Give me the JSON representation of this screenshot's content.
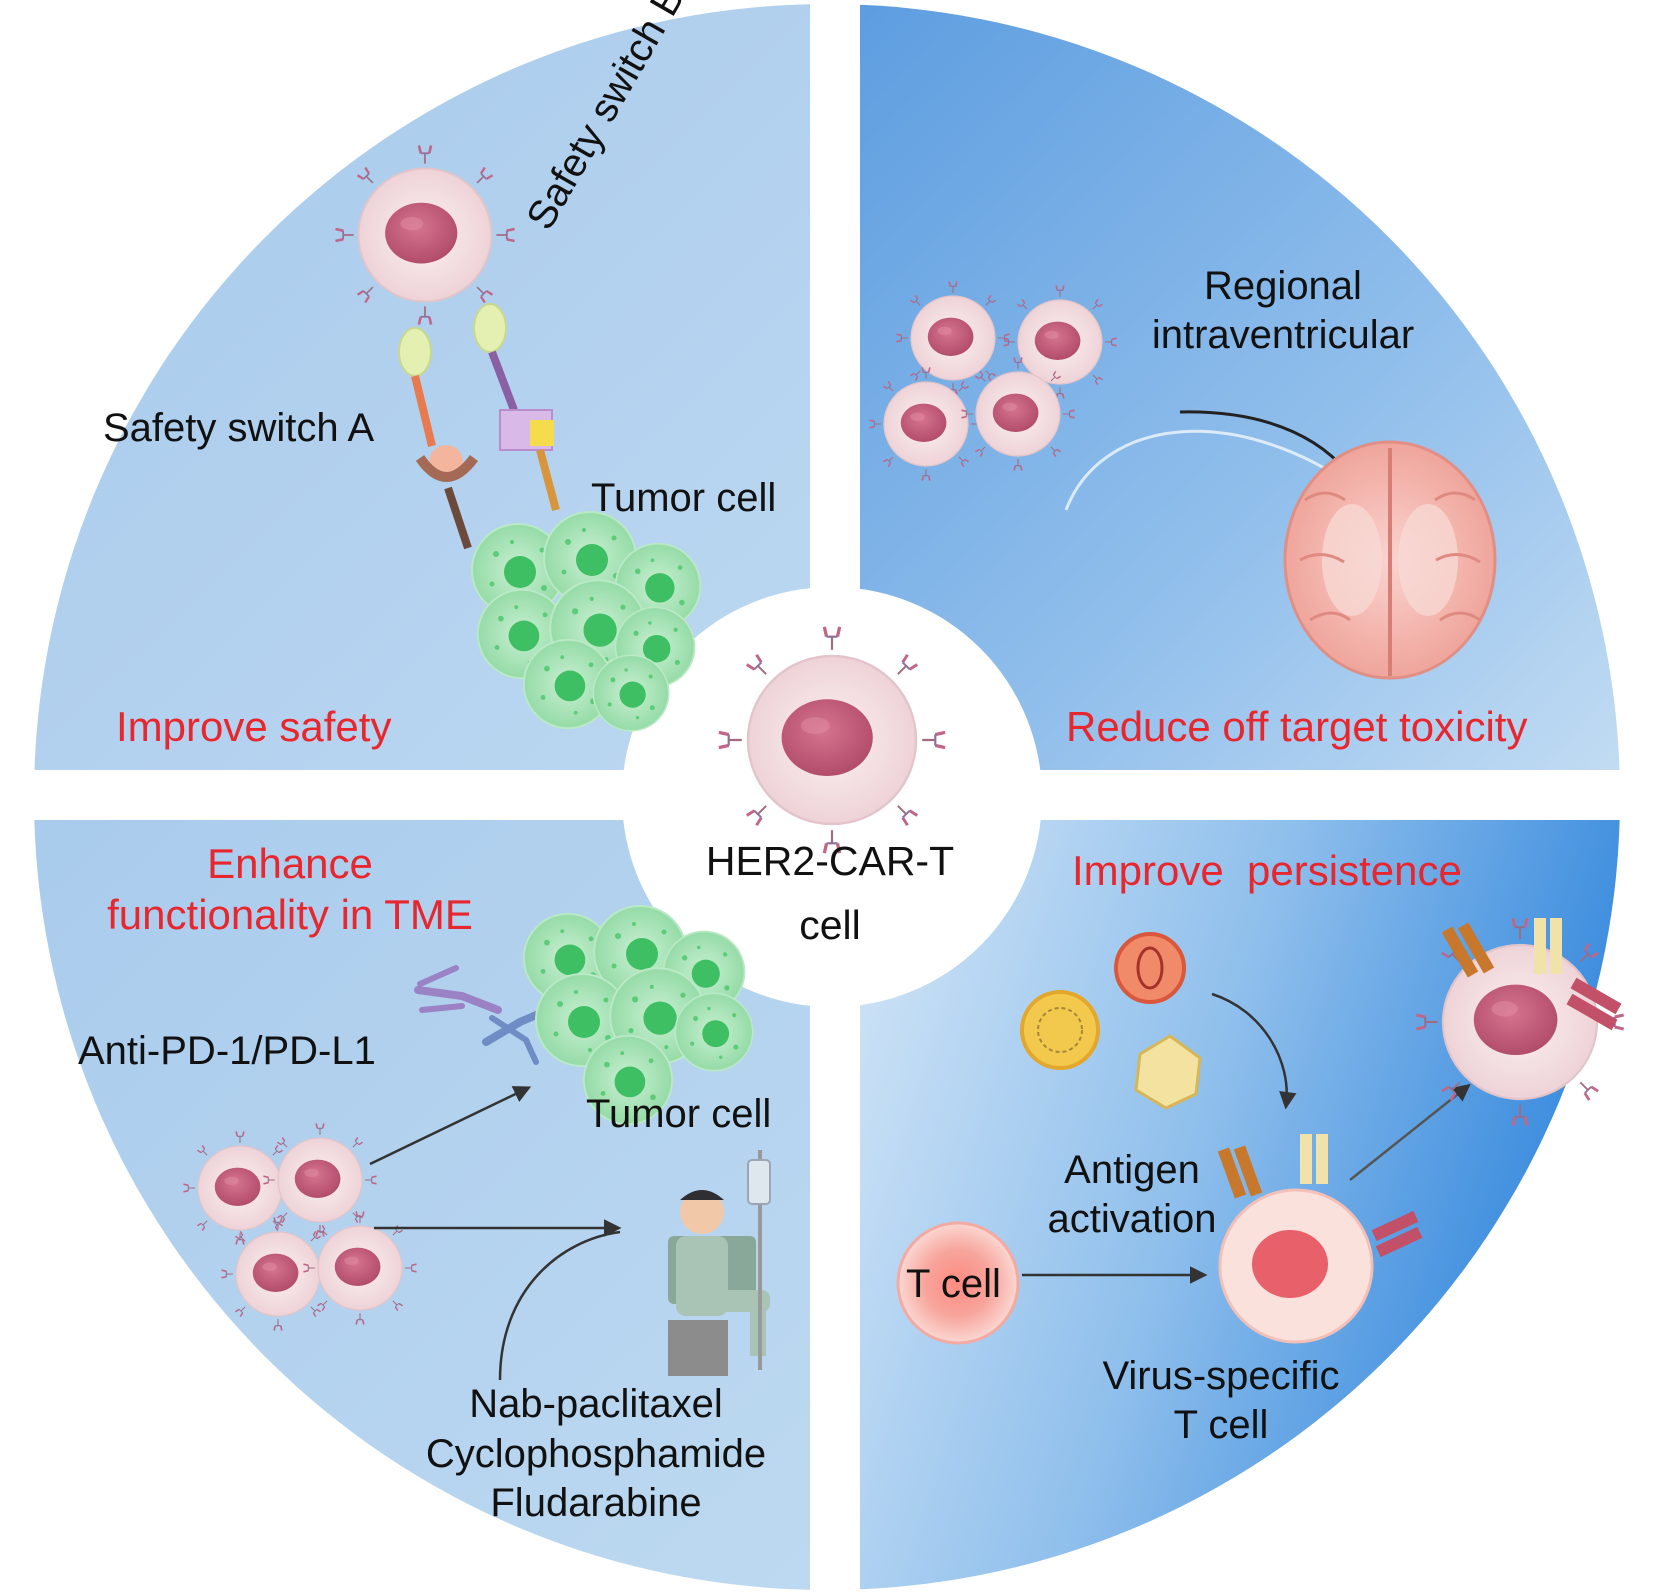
{
  "center": {
    "line1": "HER2-CAR-T",
    "line2": "cell"
  },
  "quadrants": {
    "top_left": {
      "heading": "Improve safety",
      "labels": {
        "switch_a": "Safety switch A",
        "switch_b": "Safety switch B",
        "tumor": "Tumor cell"
      }
    },
    "top_right": {
      "heading": "Reduce off target toxicity",
      "route": {
        "line1": "Regional",
        "line2": "intraventricular"
      }
    },
    "bottom_left": {
      "heading": {
        "line1": "Enhance",
        "line2": "functionality in TME"
      },
      "labels": {
        "checkpoint": "Anti-PD-1/PD-L1",
        "tumor": "Tumor cell"
      },
      "drugs": [
        "Nab-paclitaxel",
        "Cyclophosphamide",
        "Fludarabine"
      ]
    },
    "bottom_right": {
      "heading": "Improve  persistence",
      "antigen": {
        "line1": "Antigen",
        "line2": "activation"
      },
      "tcell": "T cell",
      "virus_specific": {
        "line1": "Virus-specific",
        "line2": "T cell"
      }
    }
  },
  "colors": {
    "heading_red": "#e8262d",
    "pale_blue": "#b3d2ee",
    "mid_blue": "#6aa6e0",
    "deep_blue": "#2f86dc",
    "cell_body": "#f5e2e4",
    "nucleus": "#c25a78",
    "tumor_green": "#a9e3b6"
  }
}
